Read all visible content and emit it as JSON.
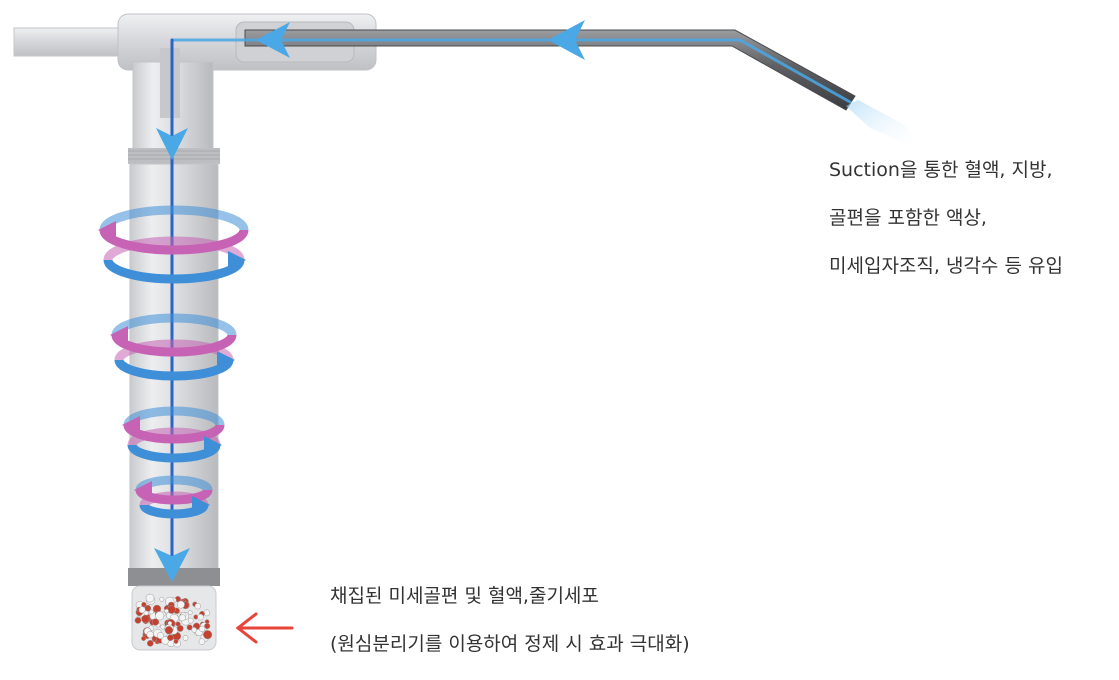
{
  "suction_caption": {
    "line1": "Suction을 통한 혈액, 지방,",
    "line2": "골편을 포함한 액상,",
    "line3": "미세입자조직, 냉각수 등 유입"
  },
  "collection_caption": {
    "line1": "채집된 미세골편 및 혈액,줄기세포",
    "line2": "(원심분리기를 이용하여 정제 시 효과 극대화)"
  },
  "colors": {
    "flow_arrow": "#4aa8e6",
    "swirl_blue": "#3f8fd8",
    "swirl_pink": "#c763b5",
    "indicator_arrow": "#e8443a",
    "tube": "#d6d8db"
  }
}
